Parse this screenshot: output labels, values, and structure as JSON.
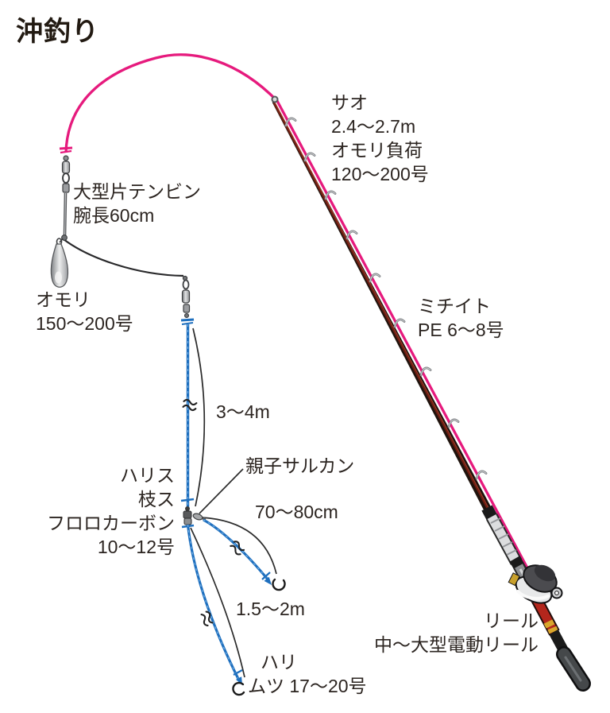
{
  "title": "沖釣り",
  "colors": {
    "line_pink": "#e61a7d",
    "line_blue": "#1e6fbe",
    "text": "#2b2420",
    "rod_dark": "#1f130d",
    "rod_red": "#6e1f13",
    "butt_red": "#b3261c",
    "metal_gray": "#a7a9ab"
  },
  "labels": {
    "rod": {
      "line1": "サオ",
      "line2": "2.4～2.7m",
      "line3": "オモリ負荷",
      "line4": "120～200号"
    },
    "tenbin": {
      "line1": "大型片テンビン",
      "line2": "腕長60cm"
    },
    "omori": {
      "line1": "オモリ",
      "line2": "150～200号"
    },
    "michiito": {
      "line1": "ミチイト",
      "line2": "PE 6～8号"
    },
    "harisu_length": "3～4m",
    "harisu": {
      "line1": "ハリス",
      "line2": "枝ス",
      "line3": "フロロカーボン",
      "line4": "10～12号"
    },
    "oyako_sarukan": "親子サルカン",
    "edasu_length": "70～80cm",
    "branch_length": "1.5～2m",
    "hari": {
      "line1": "ハリ",
      "line2": "ムツ 17～20号"
    },
    "reel": {
      "line1": "リール",
      "line2": "中～大型電動リール"
    }
  },
  "icons": {
    "hook": "fishing-hook",
    "sinker": "teardrop-sinker",
    "swivel": "barrel-swivel",
    "break_mark": "line-break-squiggle"
  }
}
